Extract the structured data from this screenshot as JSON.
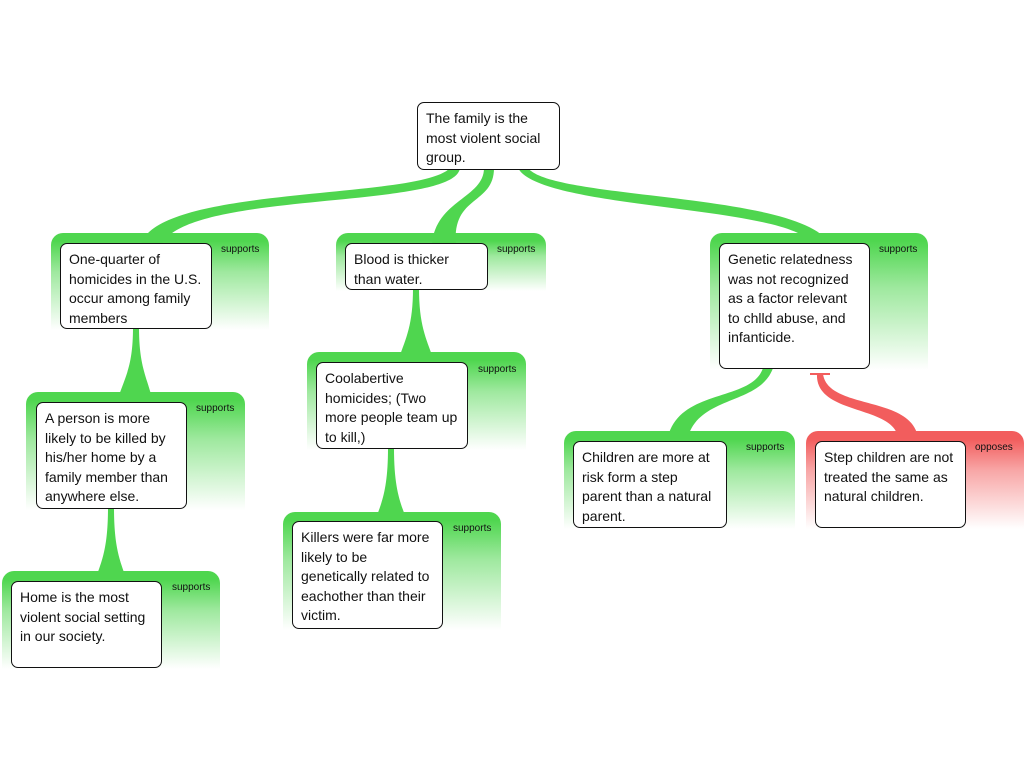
{
  "colors": {
    "supports": "#4fd64f",
    "opposes": "#f25d5d"
  },
  "root": {
    "text": "The family is the most violent social group."
  },
  "nodes": [
    {
      "id": "n1",
      "text": "One-quarter of homicides in the U.S. occur among family members",
      "relation": "supports"
    },
    {
      "id": "n1a",
      "text": "A person is more likely to be killed by his/her home by a family member than anywhere else.",
      "relation": "supports"
    },
    {
      "id": "n1b",
      "text": "Home is the most violent social setting in our society.",
      "relation": "supports"
    },
    {
      "id": "n2",
      "text": "Blood is thicker than water.",
      "relation": "supports"
    },
    {
      "id": "n2a",
      "text": "Coolabertive homicides; (Two more people team up to kill,)",
      "relation": "supports"
    },
    {
      "id": "n2b",
      "text": "Killers were far more likely to be genetically related to eachother than their victim.",
      "relation": "supports"
    },
    {
      "id": "n3",
      "text": "Genetic relatedness was not recognized as a factor relevant to chlld abuse, and infanticide.",
      "relation": "supports"
    },
    {
      "id": "n3a",
      "text": "Children are more at risk form a step parent than a natural parent.",
      "relation": "supports"
    },
    {
      "id": "n3b",
      "text": "Step children are not treated the same as natural children.",
      "relation": "opposes"
    }
  ]
}
